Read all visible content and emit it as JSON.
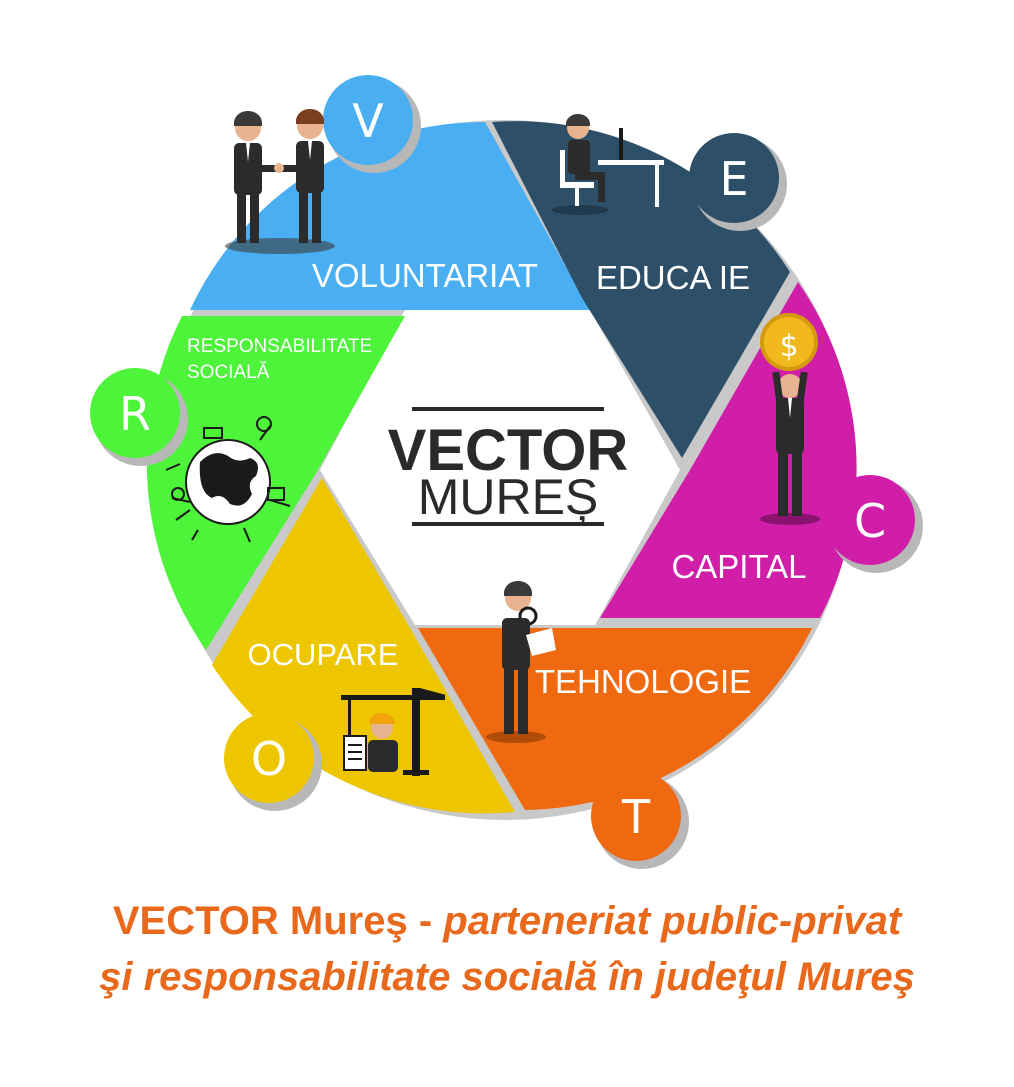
{
  "colors": {
    "voluntariat": "#4aaef2",
    "educatie": "#2d5068",
    "capital": "#d11ea8",
    "tehnologie": "#ee6910",
    "ocupare": "#eec600",
    "responsabilitate": "#4ef43a",
    "ring_gap": "#c9c9c9",
    "caption": "#e8681c",
    "logo_text": "#2a2a2a"
  },
  "segments": {
    "voluntariat": {
      "label": "VOLUNTARIAT",
      "letter": "V",
      "icon": "handshake-people-icon"
    },
    "educatie": {
      "label": "EDUCA IE",
      "letter": "E",
      "icon": "person-at-desk-icon"
    },
    "capital": {
      "label": "CAPITAL",
      "letter": "C",
      "icon": "person-holding-coin-icon"
    },
    "tehnologie": {
      "label": "TEHNOLOGIE",
      "letter": "T",
      "icon": "person-with-magnifier-icon"
    },
    "ocupare": {
      "label": "OCUPARE",
      "letter": "O",
      "icon": "crane-worker-icon"
    },
    "responsabilitate": {
      "label_line1": "RESPONSABILITATE",
      "label_line2": "SOCIALĂ",
      "letter": "R",
      "icon": "globe-doodle-icon"
    }
  },
  "logo": {
    "line1": "VECTOR",
    "line2": "MUREȘ"
  },
  "coin_symbol": "$",
  "caption": {
    "line1_bold": "VECTOR Mureş - ",
    "line1_italic": "parteneriat public-privat",
    "line2_italic": "şi responsabilitate socială în judeţul Mureş"
  }
}
